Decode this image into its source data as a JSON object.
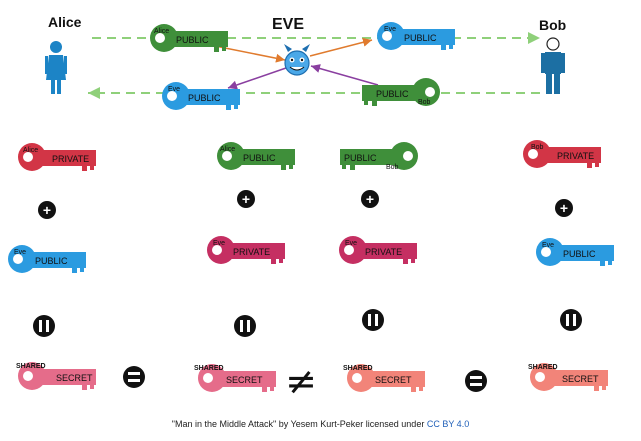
{
  "header": {
    "alice": "Alice",
    "eve": "EVE",
    "bob": "Bob"
  },
  "keys": {
    "public": "PUBLIC",
    "private": "PRIVATE",
    "shared": "SHARED",
    "secret": "SECRET",
    "owner_alice": "Alice",
    "owner_eve": "Eve",
    "owner_bob": "Bob"
  },
  "operators": {
    "plus": "+",
    "equals_symbol": "=",
    "not_equal": "≠"
  },
  "caption": {
    "text": "\"Man in the Middle Attack\" by Yesem Kurt-Peker licensed under",
    "link": "CC BY 4.0"
  },
  "colors": {
    "green": "#3f8f3a",
    "blue": "#2b9be0",
    "red": "#d23546",
    "magenta": "#c52f62",
    "pink": "#e56c8a",
    "salmon": "#f28479",
    "dashed_line": "#8fd07a",
    "arrow_orange": "#e07b2e",
    "arrow_purple": "#8a3fa0"
  },
  "icons": {
    "alice_figure": "woman-figure-icon",
    "bob_figure": "man-figure-icon",
    "eve_face": "devil-face-icon"
  }
}
